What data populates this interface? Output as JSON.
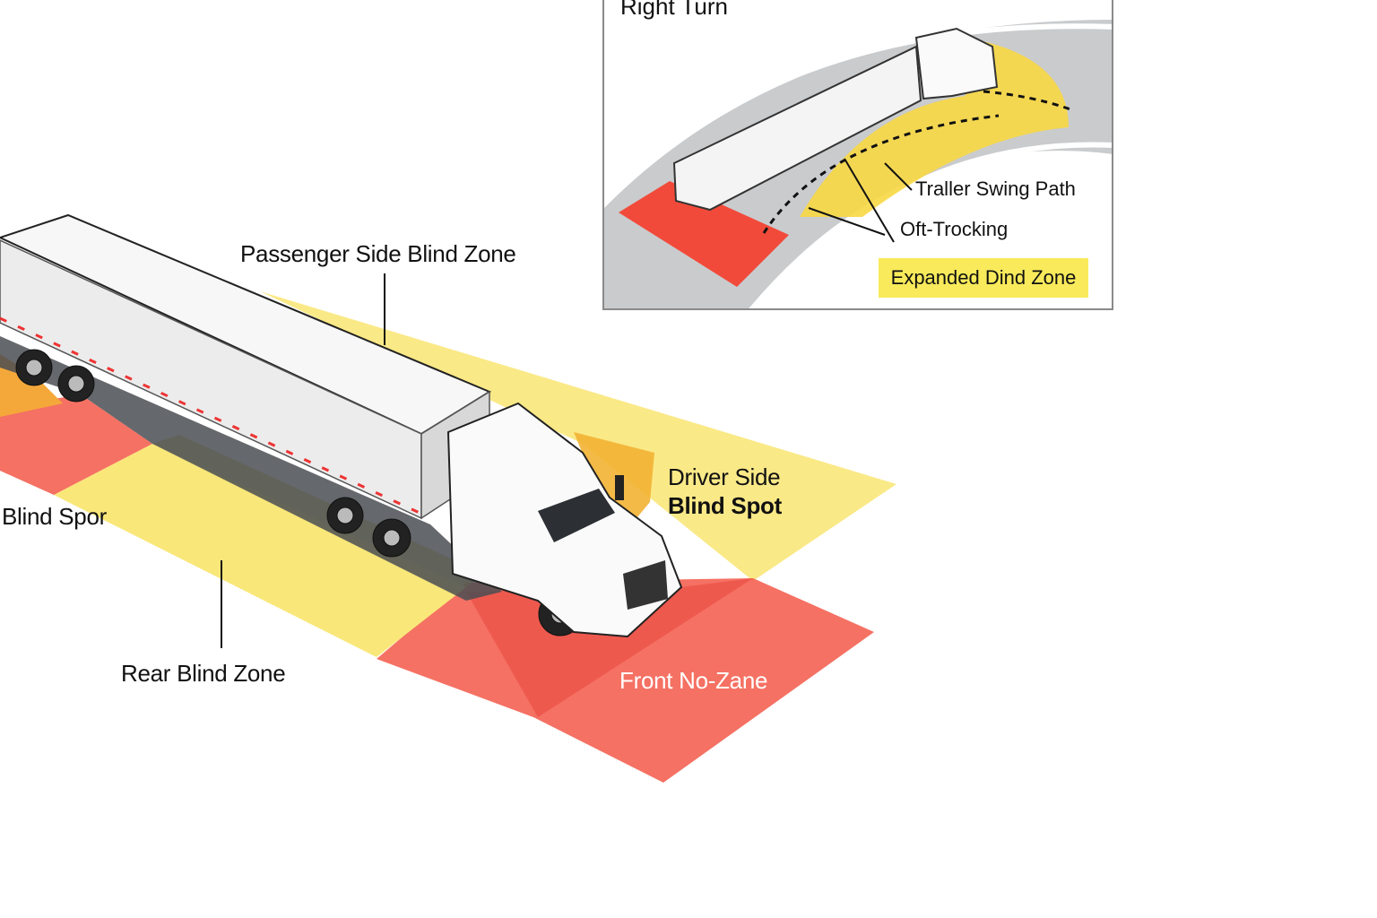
{
  "main": {
    "labels": {
      "passenger_side": "Passenger Side Blind Zone",
      "driver_side_line1": "Driver Side",
      "driver_side_line2": "Blind Spot",
      "left_blind_spot": "Blind Spor",
      "rear": "Rear Blind Zone",
      "front": "Front No-Zane"
    }
  },
  "inset": {
    "title": "Right Turn",
    "labels": {
      "swing": "Traller Swing Path",
      "offtracking": "Oft-Trocking",
      "expanded": "Expanded Dind Zone"
    }
  },
  "colors": {
    "yellow_zone": "#f9e77a",
    "red_zone": "#f25a4c",
    "orange_zone": "#f5b83a",
    "road": "#c9cbcd",
    "truck": "#ffffff"
  }
}
